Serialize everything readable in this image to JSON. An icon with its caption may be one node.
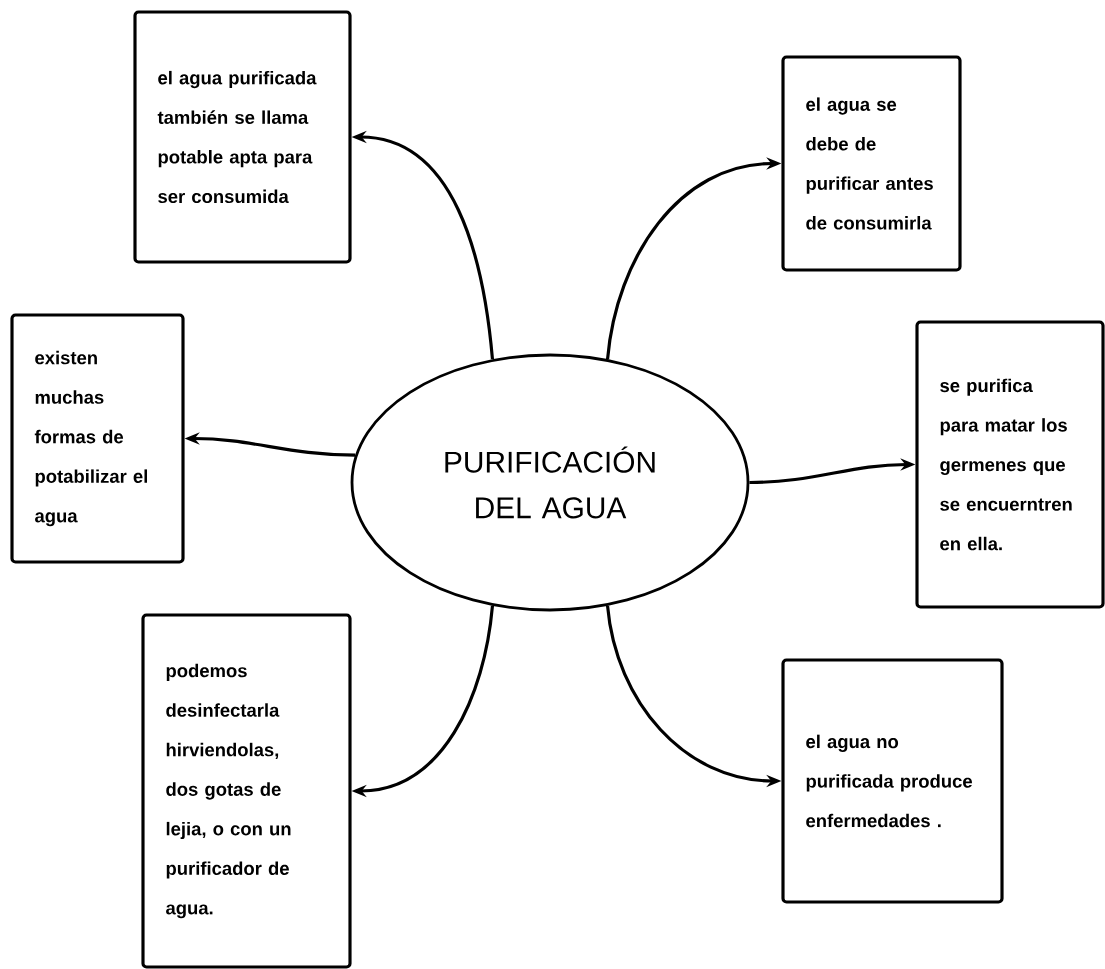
{
  "diagram": {
    "nodes": [
      {
        "text": [
          "PURIFICACIÓN DEL AGUA"
        ]
      },
      {
        "text": [
          "el agua purificada también se llama potable apta para ser consumida"
        ]
      },
      {
        "text": [
          "el agua se debe de purificar antes de consumirla"
        ]
      },
      {
        "text": [
          "existen muchas formas de potabilizar el agua"
        ]
      },
      {
        "text": [
          "se purifica para matar los germenes que se encuerntren en ella."
        ]
      },
      {
        "text": [
          "podemos desinfectarla hirviendolas, dos gotas de lejia, o con un purificador de agua."
        ]
      },
      {
        "text": [
          "el agua no purificada produce enfermedades ."
        ]
      }
    ],
    "edges": [
      {
        "from": 0,
        "to": 1,
        "arrow": "to"
      },
      {
        "from": 0,
        "to": 2,
        "arrow": "to"
      },
      {
        "from": 0,
        "to": 3,
        "arrow": "to"
      },
      {
        "from": 0,
        "to": 4,
        "arrow": "to"
      },
      {
        "from": 0,
        "to": 5,
        "arrow": "to"
      },
      {
        "from": 0,
        "to": 6,
        "arrow": "to"
      }
    ]
  }
}
